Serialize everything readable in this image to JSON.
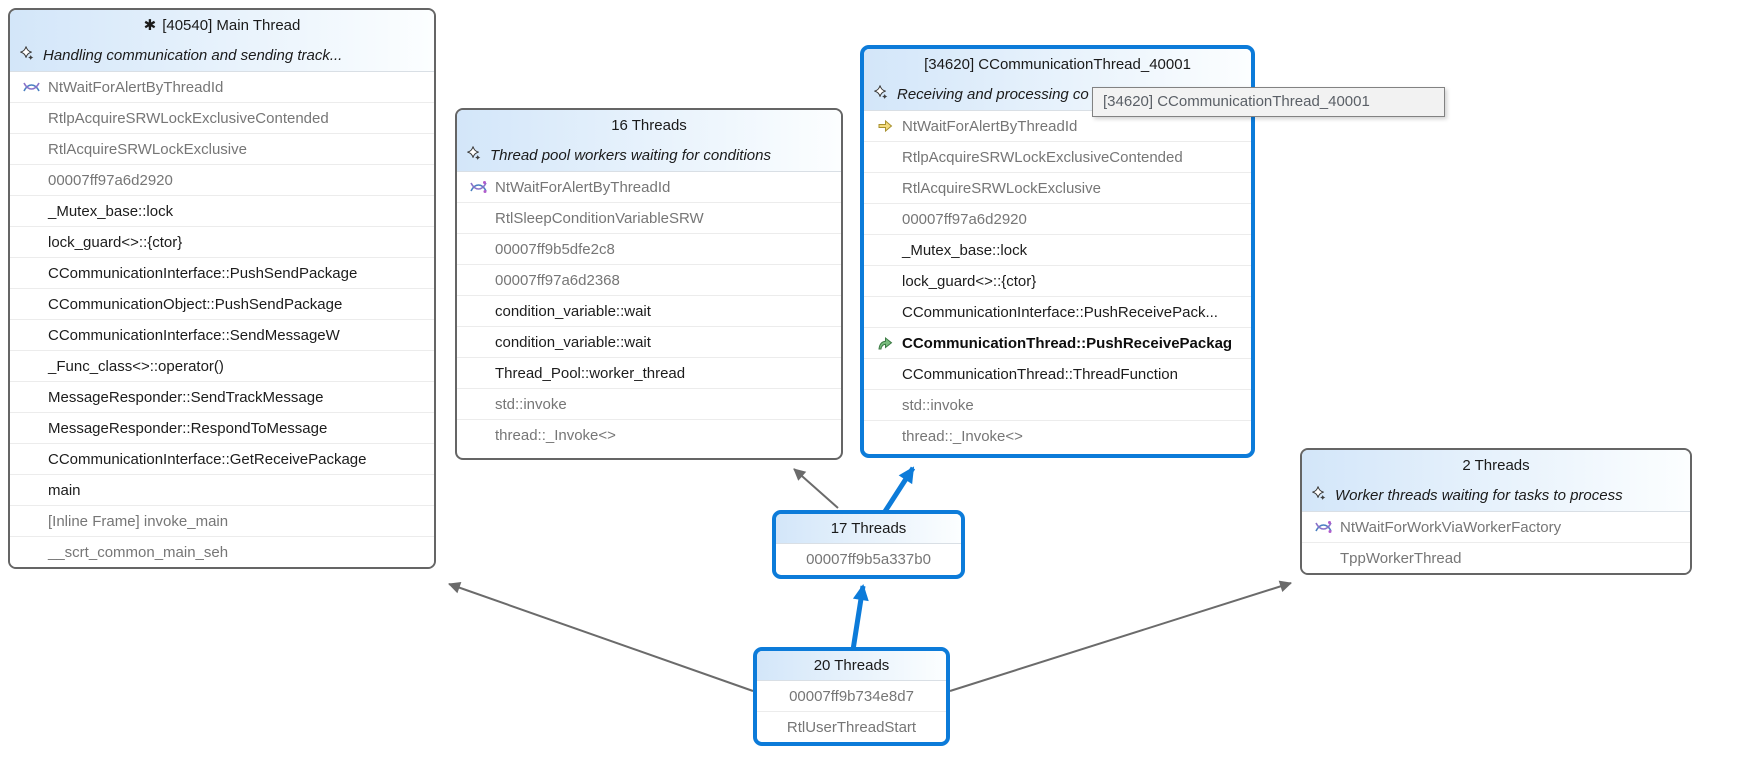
{
  "diagram": {
    "view_name": "parallel-stacks",
    "tooltip": {
      "text": "[34620] CCommunicationThread_40001"
    },
    "icons": {
      "break_asterisk": "✱"
    },
    "colors": {
      "highlight_border": "#0c7bd9",
      "box_border": "#656565",
      "header_gradient_start": "#d3e6f9",
      "header_gradient_end": "#fcfeff",
      "frame_text": "#1c1c1c",
      "frame_text_dim": "#767676",
      "arrow_gray": "#6b6b6b",
      "arrow_blue": "#0c7bd9",
      "current_statement_yellow": "#f3da7b",
      "current_frame_green": "#79bd7e"
    },
    "boxes": {
      "main_thread": {
        "title": "[40540] Main Thread",
        "subtitle": "Handling communication and sending track...",
        "frames": [
          {
            "text": "NtWaitForAlertByThreadId",
            "style": "dim",
            "icon": "thread-wait-icon"
          },
          {
            "text": "RtlpAcquireSRWLockExclusiveContended",
            "style": "dim"
          },
          {
            "text": "RtlAcquireSRWLockExclusive",
            "style": "dim"
          },
          {
            "text": "00007ff97a6d2920",
            "style": "dim"
          },
          {
            "text": "_Mutex_base::lock",
            "style": "normal"
          },
          {
            "text": "lock_guard<>::{ctor}",
            "style": "normal"
          },
          {
            "text": "CCommunicationInterface::PushSendPackage",
            "style": "normal"
          },
          {
            "text": "CCommunicationObject::PushSendPackage",
            "style": "normal"
          },
          {
            "text": "CCommunicationInterface::SendMessageW",
            "style": "normal"
          },
          {
            "text": "_Func_class<>::operator()",
            "style": "normal"
          },
          {
            "text": "MessageResponder::SendTrackMessage",
            "style": "normal"
          },
          {
            "text": "MessageResponder::RespondToMessage",
            "style": "normal"
          },
          {
            "text": "CCommunicationInterface::GetReceivePackage",
            "style": "normal"
          },
          {
            "text": "main",
            "style": "normal"
          },
          {
            "text": "[Inline Frame] invoke_main",
            "style": "dim"
          },
          {
            "text": "__scrt_common_main_seh",
            "style": "dim"
          }
        ]
      },
      "pool_16": {
        "title": "16 Threads",
        "subtitle": "Thread pool workers waiting for conditions",
        "frames": [
          {
            "text": "NtWaitForAlertByThreadId",
            "style": "dim",
            "icon": "threads-wait-icon"
          },
          {
            "text": "RtlSleepConditionVariableSRW",
            "style": "dim"
          },
          {
            "text": "00007ff9b5dfe2c8",
            "style": "dim"
          },
          {
            "text": "00007ff97a6d2368",
            "style": "dim"
          },
          {
            "text": "condition_variable::wait",
            "style": "normal"
          },
          {
            "text": "condition_variable::wait",
            "style": "normal"
          },
          {
            "text": "Thread_Pool::worker_thread",
            "style": "normal"
          },
          {
            "text": "std::invoke",
            "style": "dim"
          },
          {
            "text": "thread::_Invoke<>",
            "style": "dim"
          }
        ]
      },
      "comm_thread": {
        "title": "[34620] CCommunicationThread_40001",
        "subtitle": "Receiving and processing co",
        "frames": [
          {
            "text": "NtWaitForAlertByThreadId",
            "style": "dim",
            "icon": "current-statement-icon"
          },
          {
            "text": "RtlpAcquireSRWLockExclusiveContended",
            "style": "dim"
          },
          {
            "text": "RtlAcquireSRWLockExclusive",
            "style": "dim"
          },
          {
            "text": "00007ff97a6d2920",
            "style": "dim"
          },
          {
            "text": "_Mutex_base::lock",
            "style": "normal"
          },
          {
            "text": "lock_guard<>::{ctor}",
            "style": "normal"
          },
          {
            "text": "CCommunicationInterface::PushReceivePack...",
            "style": "normal"
          },
          {
            "text": "CCommunicationThread::PushReceivePackag",
            "style": "bold",
            "icon": "current-frame-icon"
          },
          {
            "text": "CCommunicationThread::ThreadFunction",
            "style": "normal"
          },
          {
            "text": "std::invoke",
            "style": "dim"
          },
          {
            "text": "thread::_Invoke<>",
            "style": "dim"
          }
        ]
      },
      "workers_2": {
        "title": "2 Threads",
        "subtitle": "Worker threads waiting for tasks to process",
        "frames": [
          {
            "text": "NtWaitForWorkViaWorkerFactory",
            "style": "dim",
            "icon": "threads-wait-icon"
          },
          {
            "text": "TppWorkerThread",
            "style": "dim"
          }
        ]
      },
      "threads_17": {
        "title": "17 Threads",
        "frames": [
          {
            "text": "00007ff9b5a337b0",
            "style": "dim"
          }
        ]
      },
      "threads_20": {
        "title": "20 Threads",
        "frames": [
          {
            "text": "00007ff9b734e8d7",
            "style": "dim"
          },
          {
            "text": "RtlUserThreadStart",
            "style": "dim"
          }
        ]
      }
    }
  }
}
